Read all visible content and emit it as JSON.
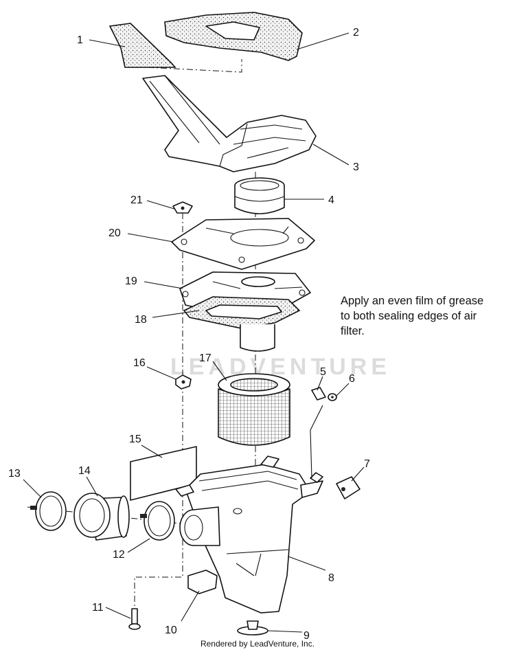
{
  "note": {
    "line1": "Apply an even film of grease",
    "line2": "to both sealing edges of air",
    "line3": "filter."
  },
  "watermark": "LEADVENTURE",
  "footer": "Rendered by LeadVenture, Inc.",
  "callouts": [
    "1",
    "2",
    "3",
    "4",
    "5",
    "6",
    "7",
    "8",
    "9",
    "10",
    "11",
    "12",
    "13",
    "14",
    "15",
    "16",
    "17",
    "18",
    "19",
    "20",
    "21"
  ]
}
